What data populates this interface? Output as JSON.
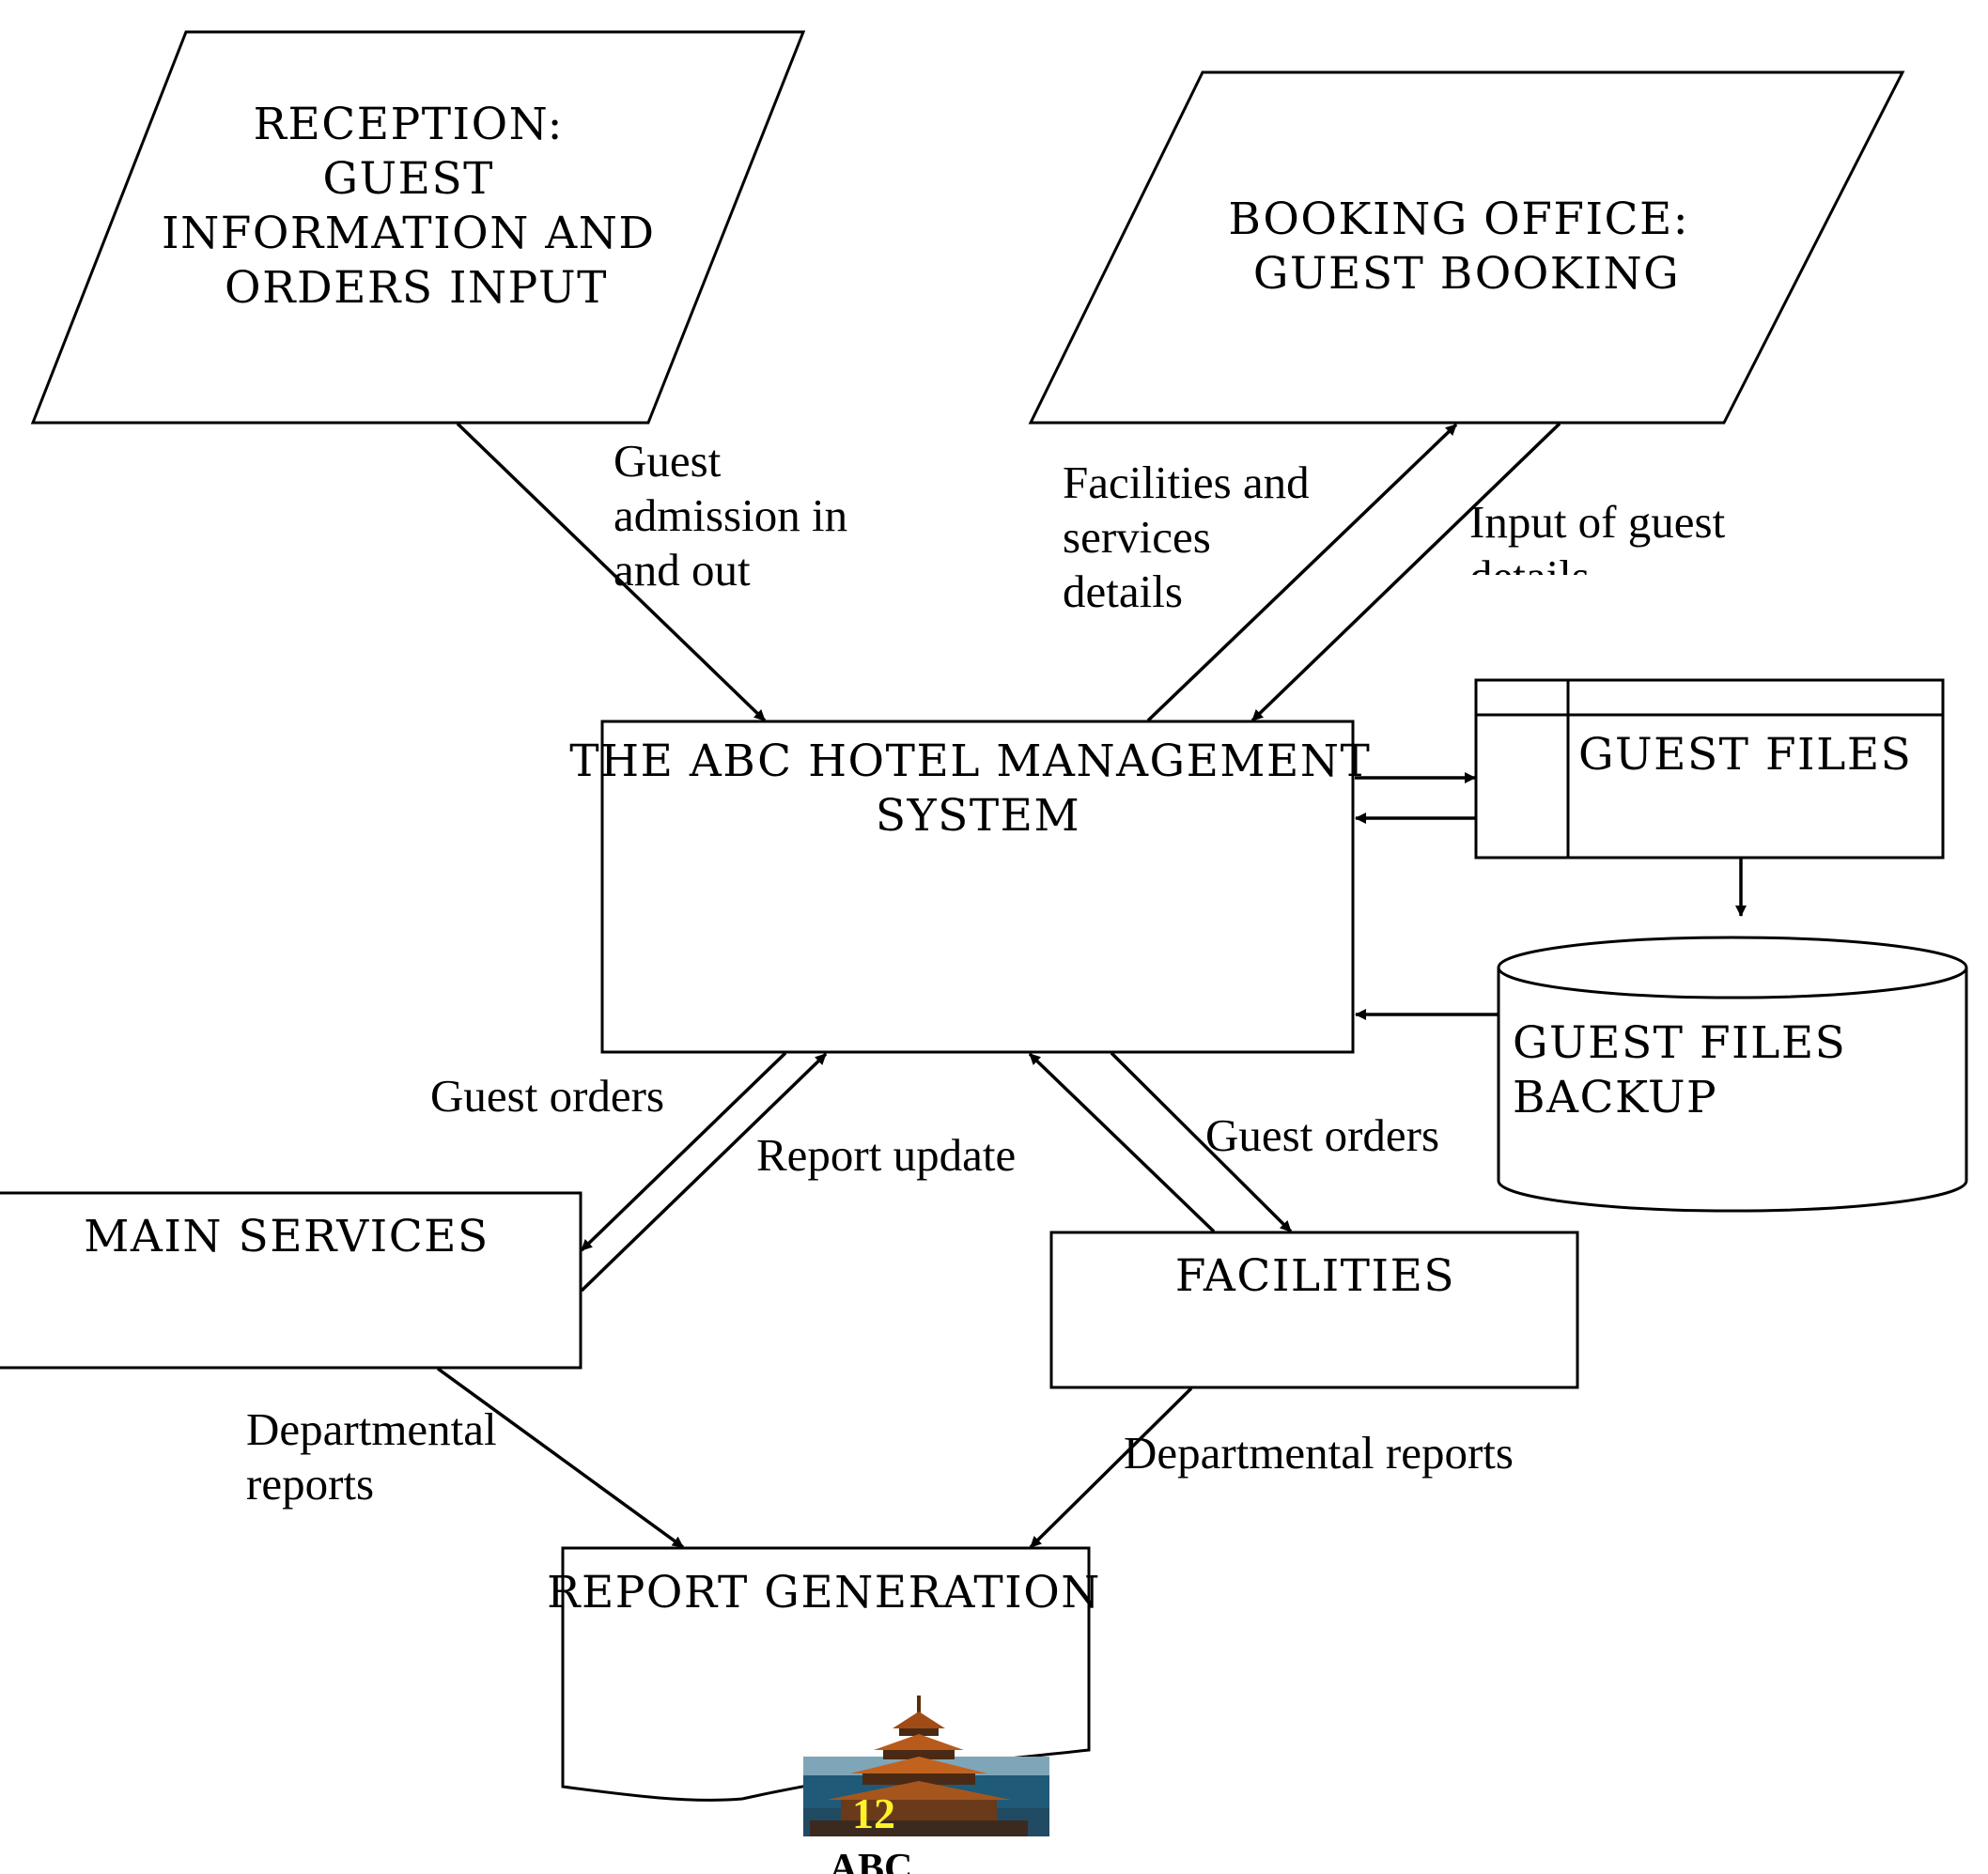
{
  "nodes": {
    "reception": [
      "RECEPTION:",
      "GUEST",
      "INFORMATION AND",
      "ORDERS INPUT"
    ],
    "booking_office": [
      "BOOKING OFFICE:",
      "GUEST BOOKING"
    ],
    "hotel_system": [
      "THE ABC HOTEL MANAGEMENT",
      "SYSTEM"
    ],
    "guest_files": "GUEST FILES",
    "guest_files_backup": [
      "GUEST FILES",
      "BACKUP"
    ],
    "main_services": "MAIN SERVICES",
    "facilities": "FACILITIES",
    "report_generation": "REPORT GENERATION"
  },
  "flows": {
    "guest_admission": [
      "Guest",
      "admission in",
      "and out"
    ],
    "facilities_services_details": [
      "Facilities and",
      "services",
      "details"
    ],
    "input_guest_details": [
      "Input of guest",
      "details"
    ],
    "guest_orders_left": "Guest orders",
    "report_update": "Report update",
    "guest_orders_right": "Guest orders",
    "departmental_reports_left": [
      "Departmental",
      "reports"
    ],
    "departmental_reports_right": "Departmental reports"
  },
  "footer": {
    "page_number": "12",
    "logo_caption": "ABC"
  },
  "colors": {
    "line": "#000000",
    "page_number": "#fff22a"
  }
}
